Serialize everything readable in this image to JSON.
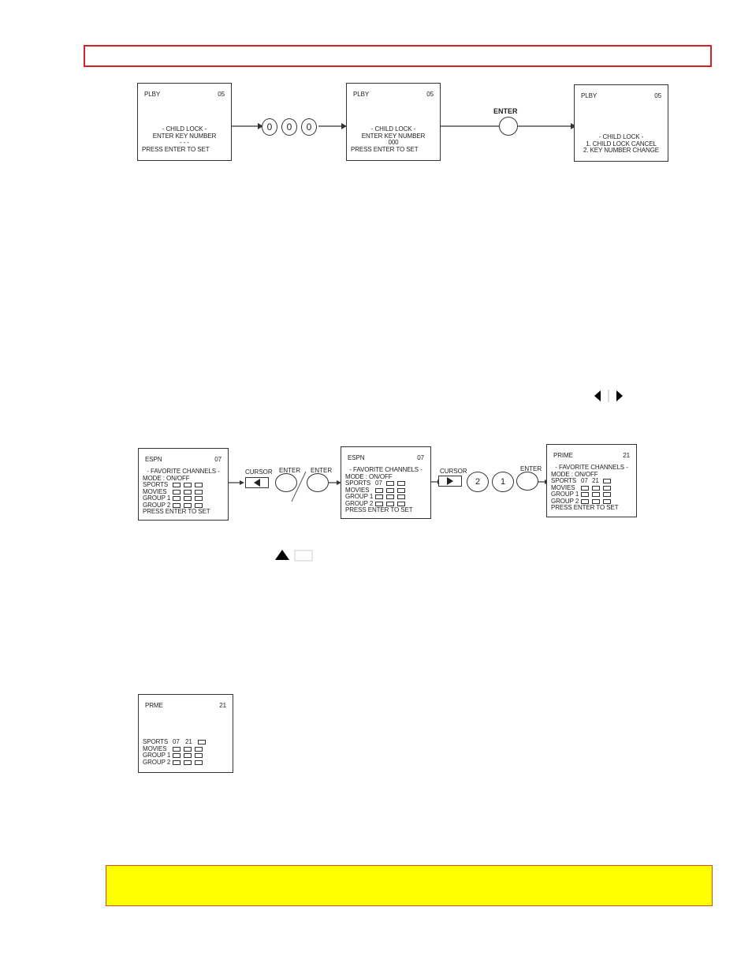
{
  "diagram1": {
    "screen_a": {
      "station": "PLBY",
      "channel": "05",
      "title": "- CHILD LOCK -",
      "line1": "ENTER KEY NUMBER",
      "line2": "- - -",
      "line3": "PRESS ENTER TO SET"
    },
    "keys": [
      "0",
      "0",
      "0"
    ],
    "screen_b": {
      "station": "PLBY",
      "channel": "05",
      "title": "- CHILD LOCK -",
      "line1": "ENTER KEY NUMBER",
      "line2": "000",
      "line3": "PRESS ENTER TO SET"
    },
    "enter_label": "ENTER",
    "screen_c": {
      "station": "PLBY",
      "channel": "05",
      "title": "- CHILD LOCK -",
      "line1": "1.  CHILD LOCK CANCEL",
      "line2": "2.  KEY NUMBER CHANGE"
    }
  },
  "diagram2": {
    "screen_a": {
      "station": "ESPN",
      "channel": "07",
      "title": "- FAVORITE CHANNELS -",
      "mode": "MODE  :  ON/OFF",
      "rows": [
        {
          "label": "SPORTS",
          "v1": "",
          "v2": ""
        },
        {
          "label": "MOVIES",
          "v1": "",
          "v2": ""
        },
        {
          "label": "GROUP 1",
          "v1": "",
          "v2": ""
        },
        {
          "label": "GROUP 2",
          "v1": "",
          "v2": ""
        }
      ],
      "footer": "PRESS ENTER TO SET"
    },
    "cursor_label": "CURSOR",
    "enter_label": "ENTER",
    "screen_b": {
      "station": "ESPN",
      "channel": "07",
      "title": "- FAVORITE CHANNELS -",
      "mode": "MODE  :  ON/OFF",
      "rows": [
        {
          "label": "SPORTS",
          "v1": "07",
          "v2": ""
        },
        {
          "label": "MOVIES",
          "v1": "",
          "v2": ""
        },
        {
          "label": "GROUP 1",
          "v1": "",
          "v2": ""
        },
        {
          "label": "GROUP 2",
          "v1": "",
          "v2": ""
        }
      ],
      "footer": "PRESS ENTER TO SET"
    },
    "digit_keys": [
      "2",
      "1"
    ],
    "screen_c": {
      "station": "PRIME",
      "channel": "21",
      "title": "- FAVORITE CHANNELS -",
      "mode": "MODE  :  ON/OFF",
      "rows": [
        {
          "label": "SPORTS",
          "v1": "07",
          "v2": "21"
        },
        {
          "label": "MOVIES",
          "v1": "",
          "v2": ""
        },
        {
          "label": "GROUP 1",
          "v1": "",
          "v2": ""
        },
        {
          "label": "GROUP 2",
          "v1": "",
          "v2": ""
        }
      ],
      "footer": "PRESS ENTER TO SET"
    }
  },
  "small_screen": {
    "station": "PRME",
    "channel": "21",
    "rows": [
      {
        "label": "SPORTS",
        "v1": "07",
        "v2": "21"
      },
      {
        "label": "MOVIES",
        "v1": "",
        "": ""
      },
      {
        "label": "GROUP 1"
      },
      {
        "label": "GROUP 2"
      }
    ]
  },
  "icons": {
    "left_right": "left-right-arrows-icon",
    "up_down": "up-down-arrows-icon"
  }
}
